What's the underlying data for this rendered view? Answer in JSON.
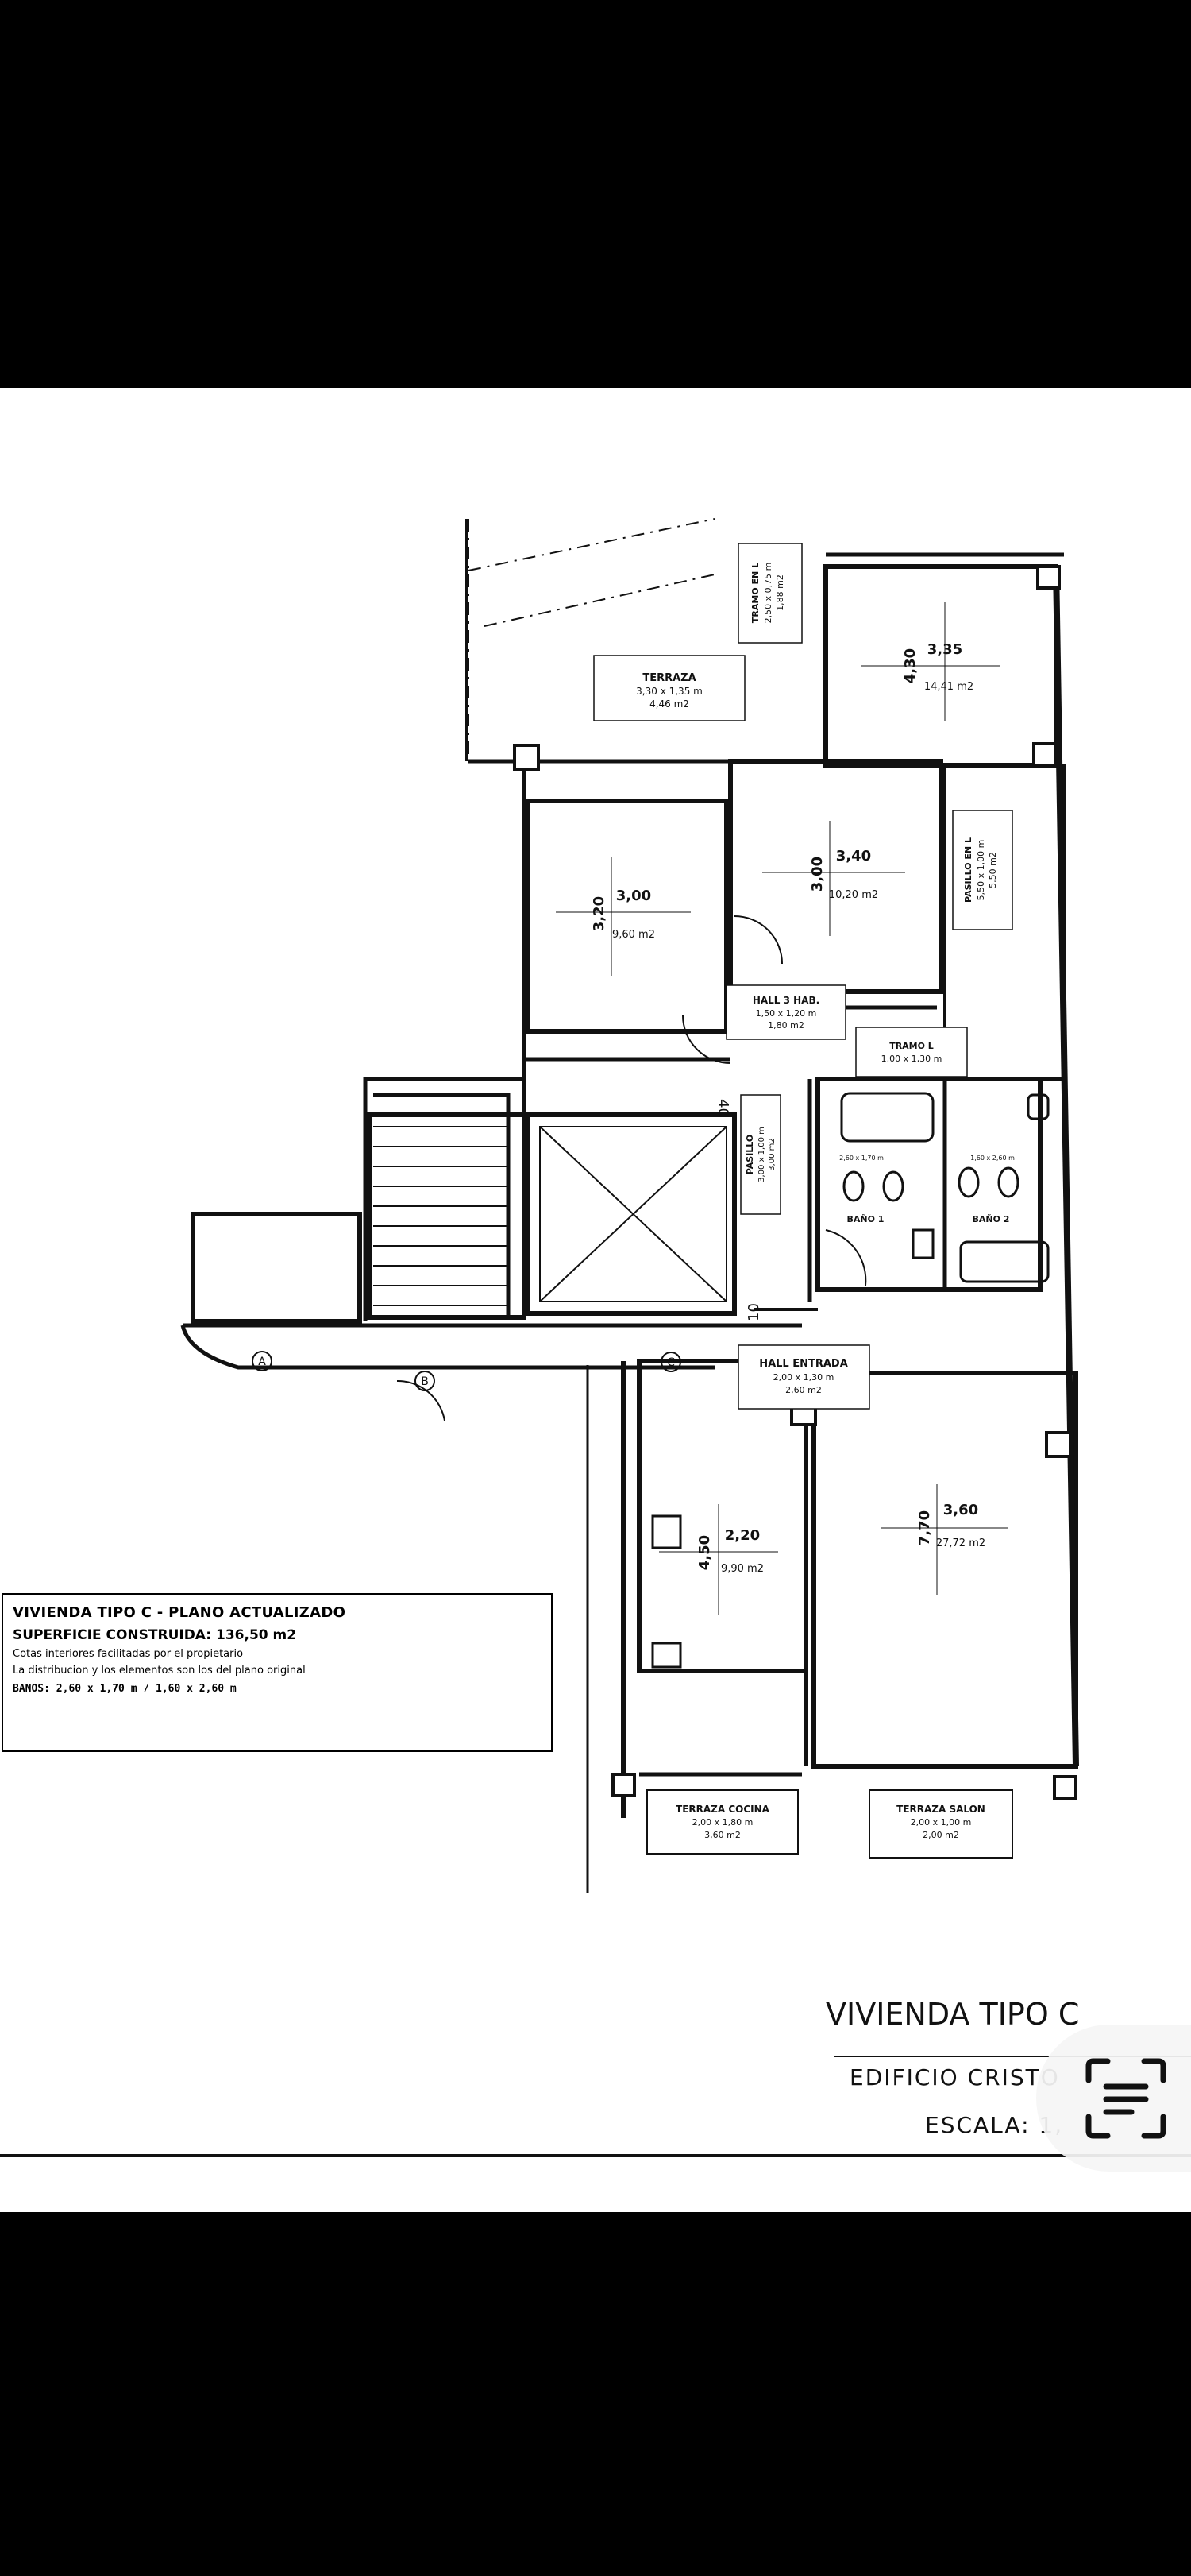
{
  "drawing": {
    "rooms": [
      {
        "id": "dorm-1",
        "w": "3,35",
        "h": "4,30",
        "area": "14,41 m2"
      },
      {
        "id": "dorm-2",
        "w": "3,40",
        "h": "3,00",
        "area": "10,20 m2"
      },
      {
        "id": "dorm-3",
        "w": "3,00",
        "h": "3,20",
        "area": "9,60 m2"
      },
      {
        "id": "cocina",
        "w": "2,20",
        "h": "4,50",
        "area": "9,90 m2"
      },
      {
        "id": "salon",
        "w": "3,60",
        "h": "7,70",
        "area": "27,72 m2"
      }
    ],
    "labels": {
      "terraza": {
        "name": "TERRAZA",
        "dims": "3,30 x 1,35 m",
        "area": "4,46 m2"
      },
      "tramo_l_top": {
        "name": "TRAMO EN L",
        "dims": "2,50 x 0,75 m",
        "area": "1,88 m2"
      },
      "pasillo_l": {
        "name": "PASILLO EN L",
        "dims": "5,50 x 1,00 m",
        "area": "5,50 m2"
      },
      "hall_hab": {
        "name": "HALL 3 HAB.",
        "dims": "1,50 x 1,20 m",
        "area": "1,80 m2"
      },
      "tramo_l": {
        "name": "TRAMO L",
        "dims": "1,00 x 1,30 m"
      },
      "pasillo": {
        "name": "PASILLO",
        "dims": "3,00 x 1,00 m",
        "area": "3,00 m2"
      },
      "bano1": {
        "name": "BAÑO 1",
        "dims": "2,60 x 1,70 m"
      },
      "bano2": {
        "name": "BAÑO 2",
        "dims": "1,60 x 2,60 m"
      },
      "hall_entrada": {
        "name": "HALL ENTRADA",
        "dims": "2,00 x 1,30 m",
        "area": "2,60 m2"
      },
      "terraza_cocina": {
        "name": "TERRAZA COCINA",
        "dims": "2,00 x 1,80 m",
        "area": "3,60 m2"
      },
      "terraza_salon": {
        "name": "TERRAZA SALON",
        "dims": "2,00 x 1,00 m",
        "area": "2,00 m2"
      }
    },
    "axis_marks": [
      "A",
      "B",
      "C"
    ],
    "misc_marks": [
      "40",
      "10",
      "10"
    ]
  },
  "title_block": {
    "title": "VIVIENDA TIPO C - PLANO ACTUALIZADO",
    "superficie": "SUPERFICIE CONSTRUIDA: 136,50 m2",
    "note1": "Cotas interiores facilitadas por el propietario",
    "note2": "La distribucion y los elementos son los del plano original",
    "banos": "BANOS: 2,60 x 1,70 m  /  1,60 x 2,60 m"
  },
  "stamp": {
    "line1": "VIVIENDA TIPO C",
    "line2": "EDIFICIO CRISTO",
    "line3": "ESCALA: 1,"
  },
  "overlay": {
    "icon": "scan-text-icon"
  }
}
